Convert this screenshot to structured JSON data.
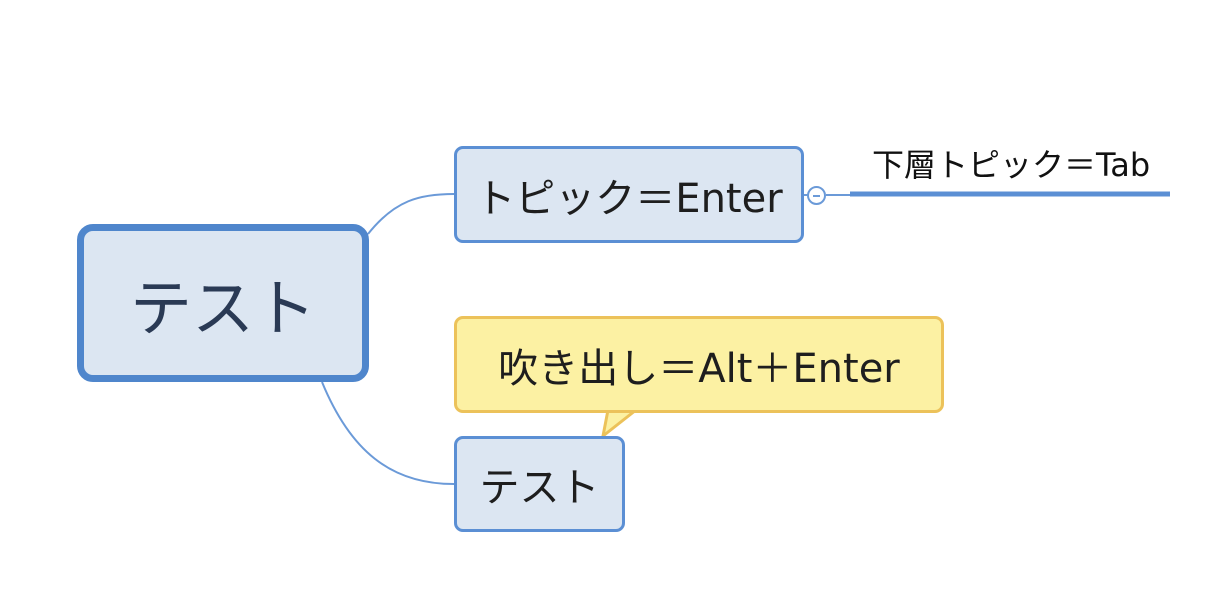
{
  "mindmap": {
    "central_topic": "テスト",
    "topics": [
      {
        "label": "トピック＝Enter",
        "subtopic_label": "下層トピック＝Tab"
      },
      {
        "label": "テスト",
        "callout": "吹き出し＝Alt＋Enter"
      }
    ]
  },
  "colors": {
    "topic_fill": "#dce6f2",
    "topic_border": "#5b8fd4",
    "central_border": "#4f86cc",
    "callout_fill": "#fcf1a3",
    "callout_border": "#ecc25a",
    "connector": "#6b9ad8",
    "subtopic_line": "#5b8fd4"
  }
}
